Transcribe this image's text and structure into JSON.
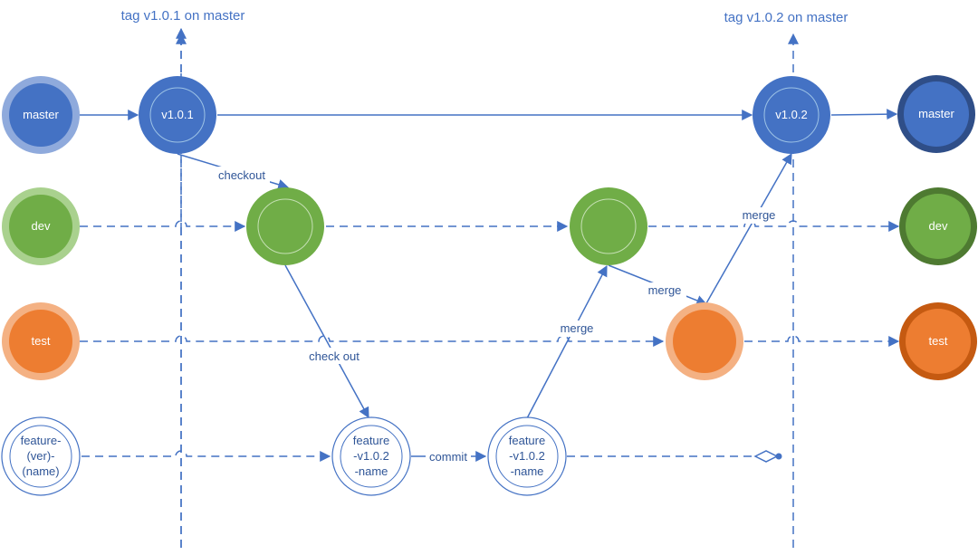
{
  "tags": {
    "v101": "tag v1.0.1 on master",
    "v102": "tag v1.0.2 on master"
  },
  "nodes": {
    "master_start": "master",
    "dev_start": "dev",
    "test_start": "test",
    "feature_start": [
      "feature-",
      "(ver)-",
      "(name)"
    ],
    "v101": "v1.0.1",
    "v102": "v1.0.2",
    "feature_1": [
      "feature",
      "-v1.0.2",
      "-name"
    ],
    "feature_2": [
      "feature",
      "-v1.0.2",
      "-name"
    ],
    "master_end": "master",
    "dev_end": "dev",
    "test_end": "test"
  },
  "edges": {
    "checkout": "checkout",
    "check_out": "check out",
    "commit": "commit",
    "merge_feature_dev": "merge",
    "merge_dev_test": "merge",
    "merge_test_master": "merge"
  },
  "colors": {
    "master": "#4472c4",
    "master_light": "#8faadc",
    "master_dark": "#2f4e88",
    "dev": "#70ad47",
    "dev_light": "#a9d18e",
    "dev_dark": "#4e7a31",
    "test": "#ed7d31",
    "test_light": "#f4b183",
    "test_dark": "#c55a11",
    "line": "#4472c4"
  }
}
